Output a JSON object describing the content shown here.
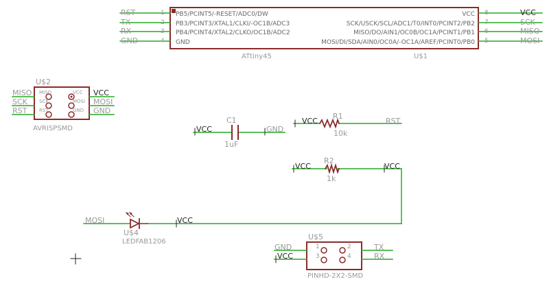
{
  "colors": {
    "wire": "#22aa22",
    "part": "#8b2a2a",
    "label": "#999999",
    "net": "#22aa22",
    "dark": "#222222"
  },
  "attiny": {
    "name": "ATtiny45",
    "ref": "U$1",
    "left_pins": [
      {
        "num": "1",
        "label": "PB5/PCINT5/-RESET/ADC0/DW",
        "net": "RST"
      },
      {
        "num": "2",
        "label": "PB3/PCINT3/XTAL1/CLKI/-OC1B/ADC3",
        "net": "TX"
      },
      {
        "num": "3",
        "label": "PB4/PCINT4/XTAL2/CLKO/OC1B/ADC2",
        "net": "RX"
      },
      {
        "num": "4",
        "label": "GND",
        "net": "GND"
      }
    ],
    "right_pins": [
      {
        "num": "8",
        "label": "VCC",
        "net": "VCC"
      },
      {
        "num": "7",
        "label": "SCK/USCK/SCL/ADC1/T0/INT0/PCINT2/PB2",
        "net": "SCK"
      },
      {
        "num": "6",
        "label": "MISO/DO/AIN1/OC0B/OC1A/PCINT1/PB1",
        "net": "MISO"
      },
      {
        "num": "5",
        "label": "MOSI/DI/SDA/AIN0/OC0A/-OC1A/AREF/PCINT0/PB0",
        "net": "MOSI"
      }
    ]
  },
  "isp": {
    "ref": "U$2",
    "name": "AVRISPSMD",
    "left_nets": [
      "MISO",
      "SCK",
      "RST"
    ],
    "right_nets": [
      "VCC",
      "MOSI",
      "GND"
    ],
    "left_pins": [
      "MISO",
      "SCK",
      "RST"
    ],
    "right_pins": [
      "VCC",
      "MOSI",
      "GND"
    ]
  },
  "c1": {
    "ref": "C1",
    "value": "1uF",
    "left_net": "VCC",
    "right_net": "GND"
  },
  "r1": {
    "ref": "R1",
    "value": "10k",
    "left_net": "VCC",
    "right_net": "RST"
  },
  "r2": {
    "ref": "R2",
    "value": "1k",
    "left_net": "VCC",
    "right_net": "VCC"
  },
  "led": {
    "ref": "U$4",
    "name": "LEDFAB1206",
    "left_net": "MOSI",
    "right_net": "VCC"
  },
  "hdr": {
    "ref": "U$5",
    "name": "PINHD-2X2-SMD",
    "left_nets": [
      "GND",
      "VCC"
    ],
    "right_nets": [
      "TX",
      "RX"
    ],
    "left_pins": [
      "1",
      "3"
    ],
    "right_pins": [
      "2",
      "4"
    ]
  }
}
